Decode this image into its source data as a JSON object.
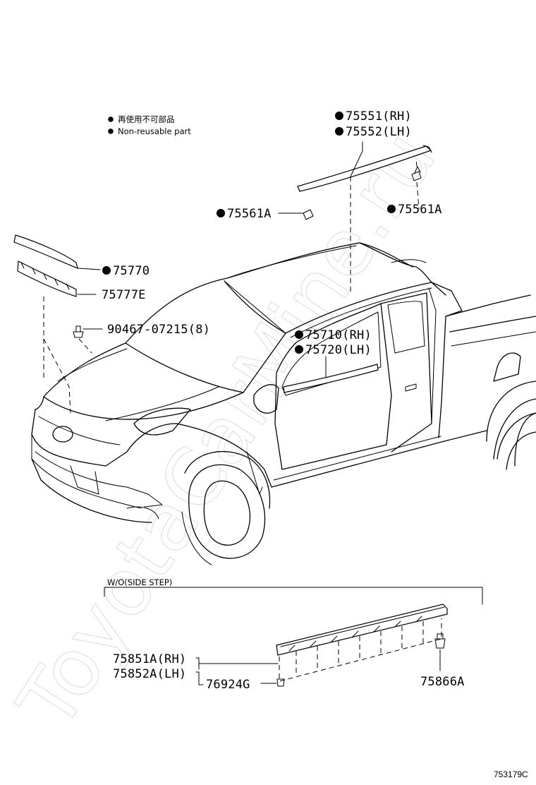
{
  "legend": {
    "bullet_label_ja": "再使用不可部品",
    "bullet_label_en": "Non-reusable part"
  },
  "parts": {
    "roof_rh": "75551(RH)",
    "roof_lh": "75552(LH)",
    "clip_left": "75561A",
    "clip_right": "75561A",
    "hood_molding": "75770",
    "hood_retainer": "75777E",
    "hood_clip": "90467-07215(8)",
    "door_rh": "75710(RH)",
    "door_lh": "75720(LH)",
    "rocker_rh": "75851A(RH)",
    "rocker_lh": "75852A(LH)",
    "rocker_clip": "76924G",
    "rocker_end_clip": "75866A"
  },
  "condition_label": "W/O(SIDE STEP)",
  "diagram_code": "753179C",
  "watermark": "ToyotaCarMine.ru",
  "colors": {
    "line": "#000000",
    "watermark": "#c8c8c8",
    "background": "#ffffff"
  }
}
